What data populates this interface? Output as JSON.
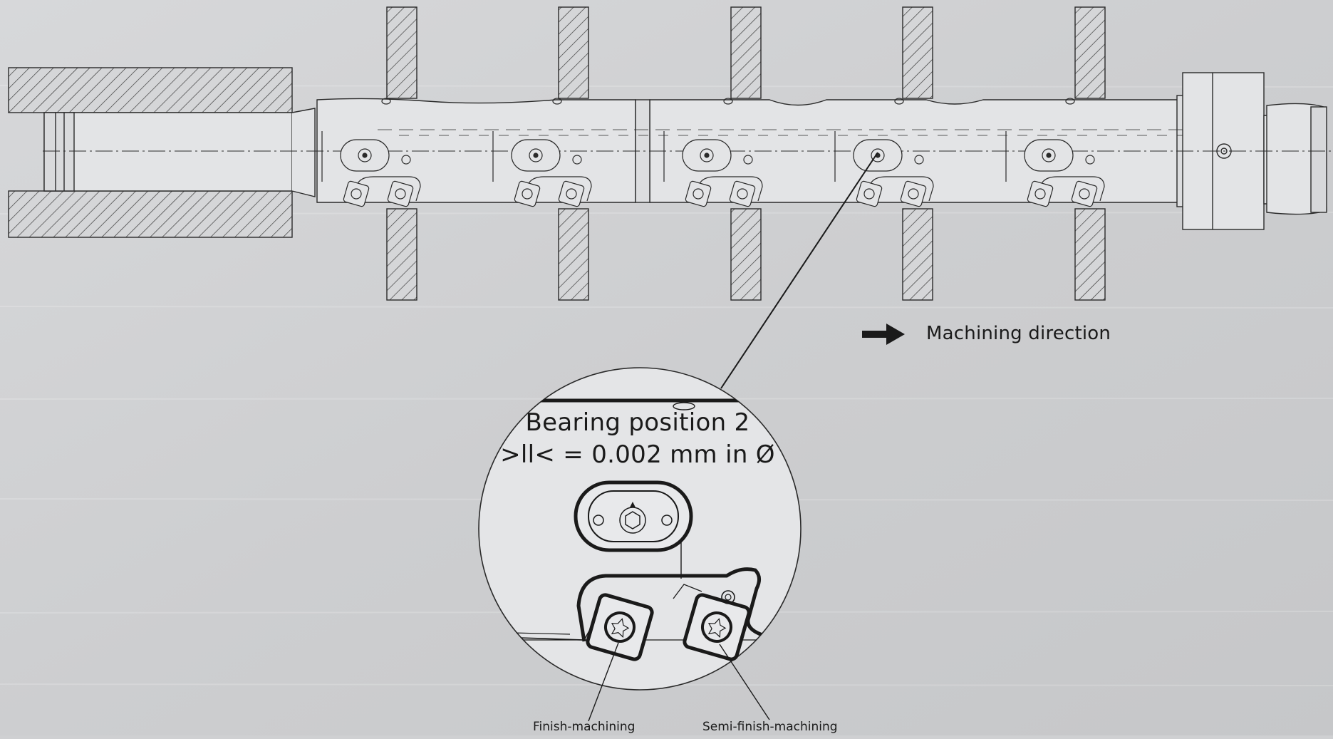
{
  "colors": {
    "background": "#cfd0d2",
    "line": "#2a2a2a",
    "tool_body": "#e3e4e6",
    "hatch": "#3a3a3a"
  },
  "diagram": {
    "direction_label": "Machining direction",
    "zoom": {
      "title": "Bearing position 2",
      "tolerance": ">ll< = 0.002 mm in Ø"
    },
    "inserts": {
      "finish_label": "Finish-machining",
      "semi_finish_label": "Semi-finish-machining"
    }
  },
  "icons": {
    "direction": "arrow-right-icon"
  }
}
